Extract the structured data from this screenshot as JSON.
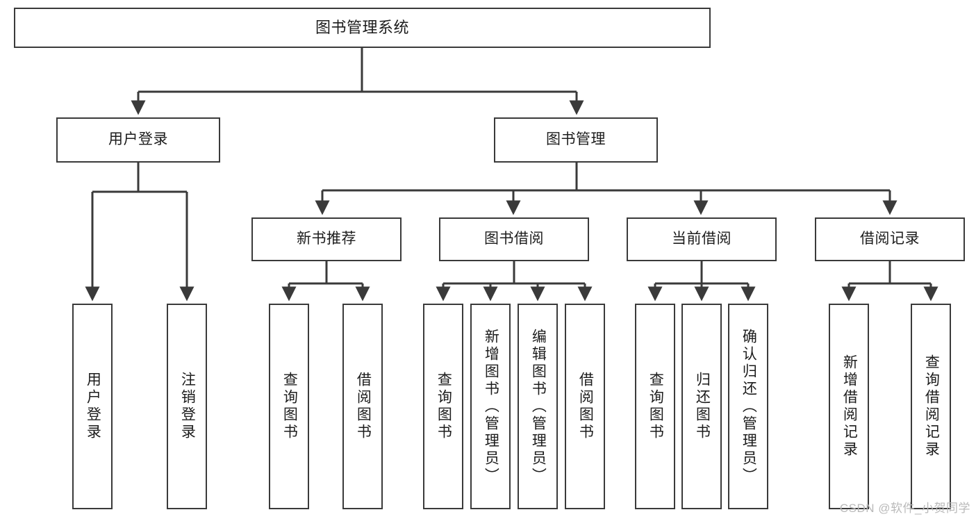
{
  "diagram": {
    "type": "tree-hierarchy-chart",
    "title": "图书管理系统",
    "watermark": "CSDN @软件_小贺同学",
    "colors": {
      "box_border": "#3a3a3a",
      "box_fill": "#ffffff",
      "connector": "#3a3a3a",
      "text": "#1c1c1c",
      "watermark": "#b9b9b9",
      "background": "#ffffff"
    },
    "root": {
      "id": "root",
      "label": "图书管理系统"
    },
    "level2": [
      {
        "id": "user-login",
        "label": "用户登录"
      },
      {
        "id": "book-management",
        "label": "图书管理"
      }
    ],
    "level3": [
      {
        "id": "new-book-recommend",
        "label": "新书推荐",
        "parent": "book-management"
      },
      {
        "id": "book-borrow",
        "label": "图书借阅",
        "parent": "book-management"
      },
      {
        "id": "current-borrow",
        "label": "当前借阅",
        "parent": "book-management"
      },
      {
        "id": "borrow-record",
        "label": "借阅记录",
        "parent": "book-management"
      }
    ],
    "leaves": {
      "user-login": [
        {
          "id": "leaf-user-login",
          "label": "用户登录"
        },
        {
          "id": "leaf-logout-login",
          "label": "注销登录"
        }
      ],
      "new-book-recommend": [
        {
          "id": "leaf-query-book-1",
          "label": "查询图书"
        },
        {
          "id": "leaf-borrow-book-1",
          "label": "借阅图书"
        }
      ],
      "book-borrow": [
        {
          "id": "leaf-query-book-2",
          "label": "查询图书"
        },
        {
          "id": "leaf-add-book",
          "label": "新增图书（管理员）"
        },
        {
          "id": "leaf-edit-book",
          "label": "编辑图书（管理员）"
        },
        {
          "id": "leaf-borrow-book-2",
          "label": "借阅图书"
        }
      ],
      "current-borrow": [
        {
          "id": "leaf-query-book-3",
          "label": "查询图书"
        },
        {
          "id": "leaf-return-book",
          "label": "归还图书"
        },
        {
          "id": "leaf-confirm-return",
          "label": "确认归还（管理员）"
        }
      ],
      "borrow-record": [
        {
          "id": "leaf-add-record",
          "label": "新增借阅记录"
        },
        {
          "id": "leaf-query-record",
          "label": "查询借阅记录"
        }
      ]
    }
  }
}
